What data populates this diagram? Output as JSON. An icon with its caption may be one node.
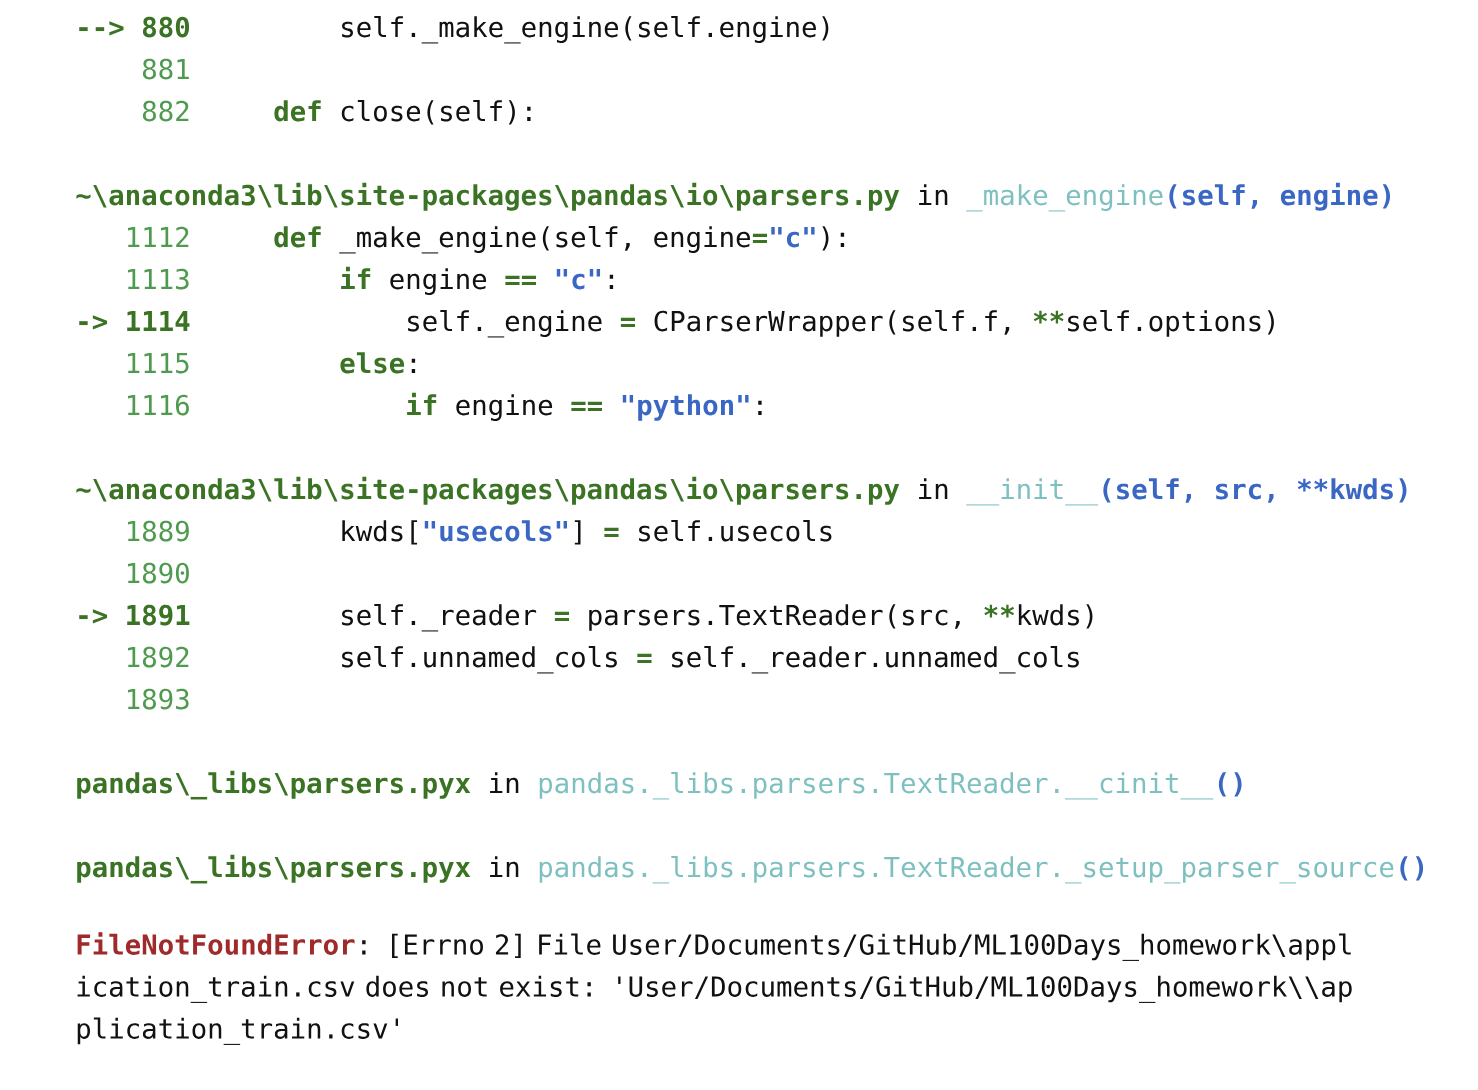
{
  "diagram": {
    "labels": [
      "-->",
      "880",
      "self._make_engine(self.engine)",
      "881",
      "882",
      "def",
      "close(self):",
      "~\\anaconda3\\lib\\site-packages\\pandas\\io\\parsers.py",
      "in",
      "_make_engine",
      "(self, engine)",
      "1112",
      "def",
      "_make_engine(self, engine",
      "=",
      "\"c\"",
      "):",
      "1113",
      "if",
      "engine",
      "==",
      "\"c\"",
      ":",
      "->",
      "1114",
      "self._engine",
      "=",
      "CParserWrapper(self.f,",
      "**",
      "self.options)",
      "1115",
      "else",
      ":",
      "1116",
      "if",
      "engine",
      "==",
      "\"python\"",
      ":",
      "~\\anaconda3\\lib\\site-packages\\pandas\\io\\parsers.py",
      "in",
      "__init__",
      "(self, src, **kwds)",
      "1889",
      "kwds[",
      "\"usecols\"",
      "]",
      "=",
      "self.usecols",
      "1890",
      "->",
      "1891",
      "self._reader",
      "=",
      "parsers.TextReader(src,",
      "**",
      "kwds)",
      "1892",
      "self.unnamed_cols",
      "=",
      "self._reader.unnamed_cols",
      "1893",
      "pandas\\_libs\\parsers.pyx",
      "in",
      "pandas._libs.parsers.TextReader.__cinit__",
      "()",
      "pandas\\_libs\\parsers.pyx",
      "in",
      "pandas._libs.parsers.TextReader._setup_parser_source",
      "()",
      "FileNotFoundError",
      ": [Errno 2] File User/Documents/GitHub/ML100Days_homework\\application_train.csv does not exist: 'User/Documents/GitHub/ML100Days_homework\\\\application_train.csv'"
    ]
  }
}
